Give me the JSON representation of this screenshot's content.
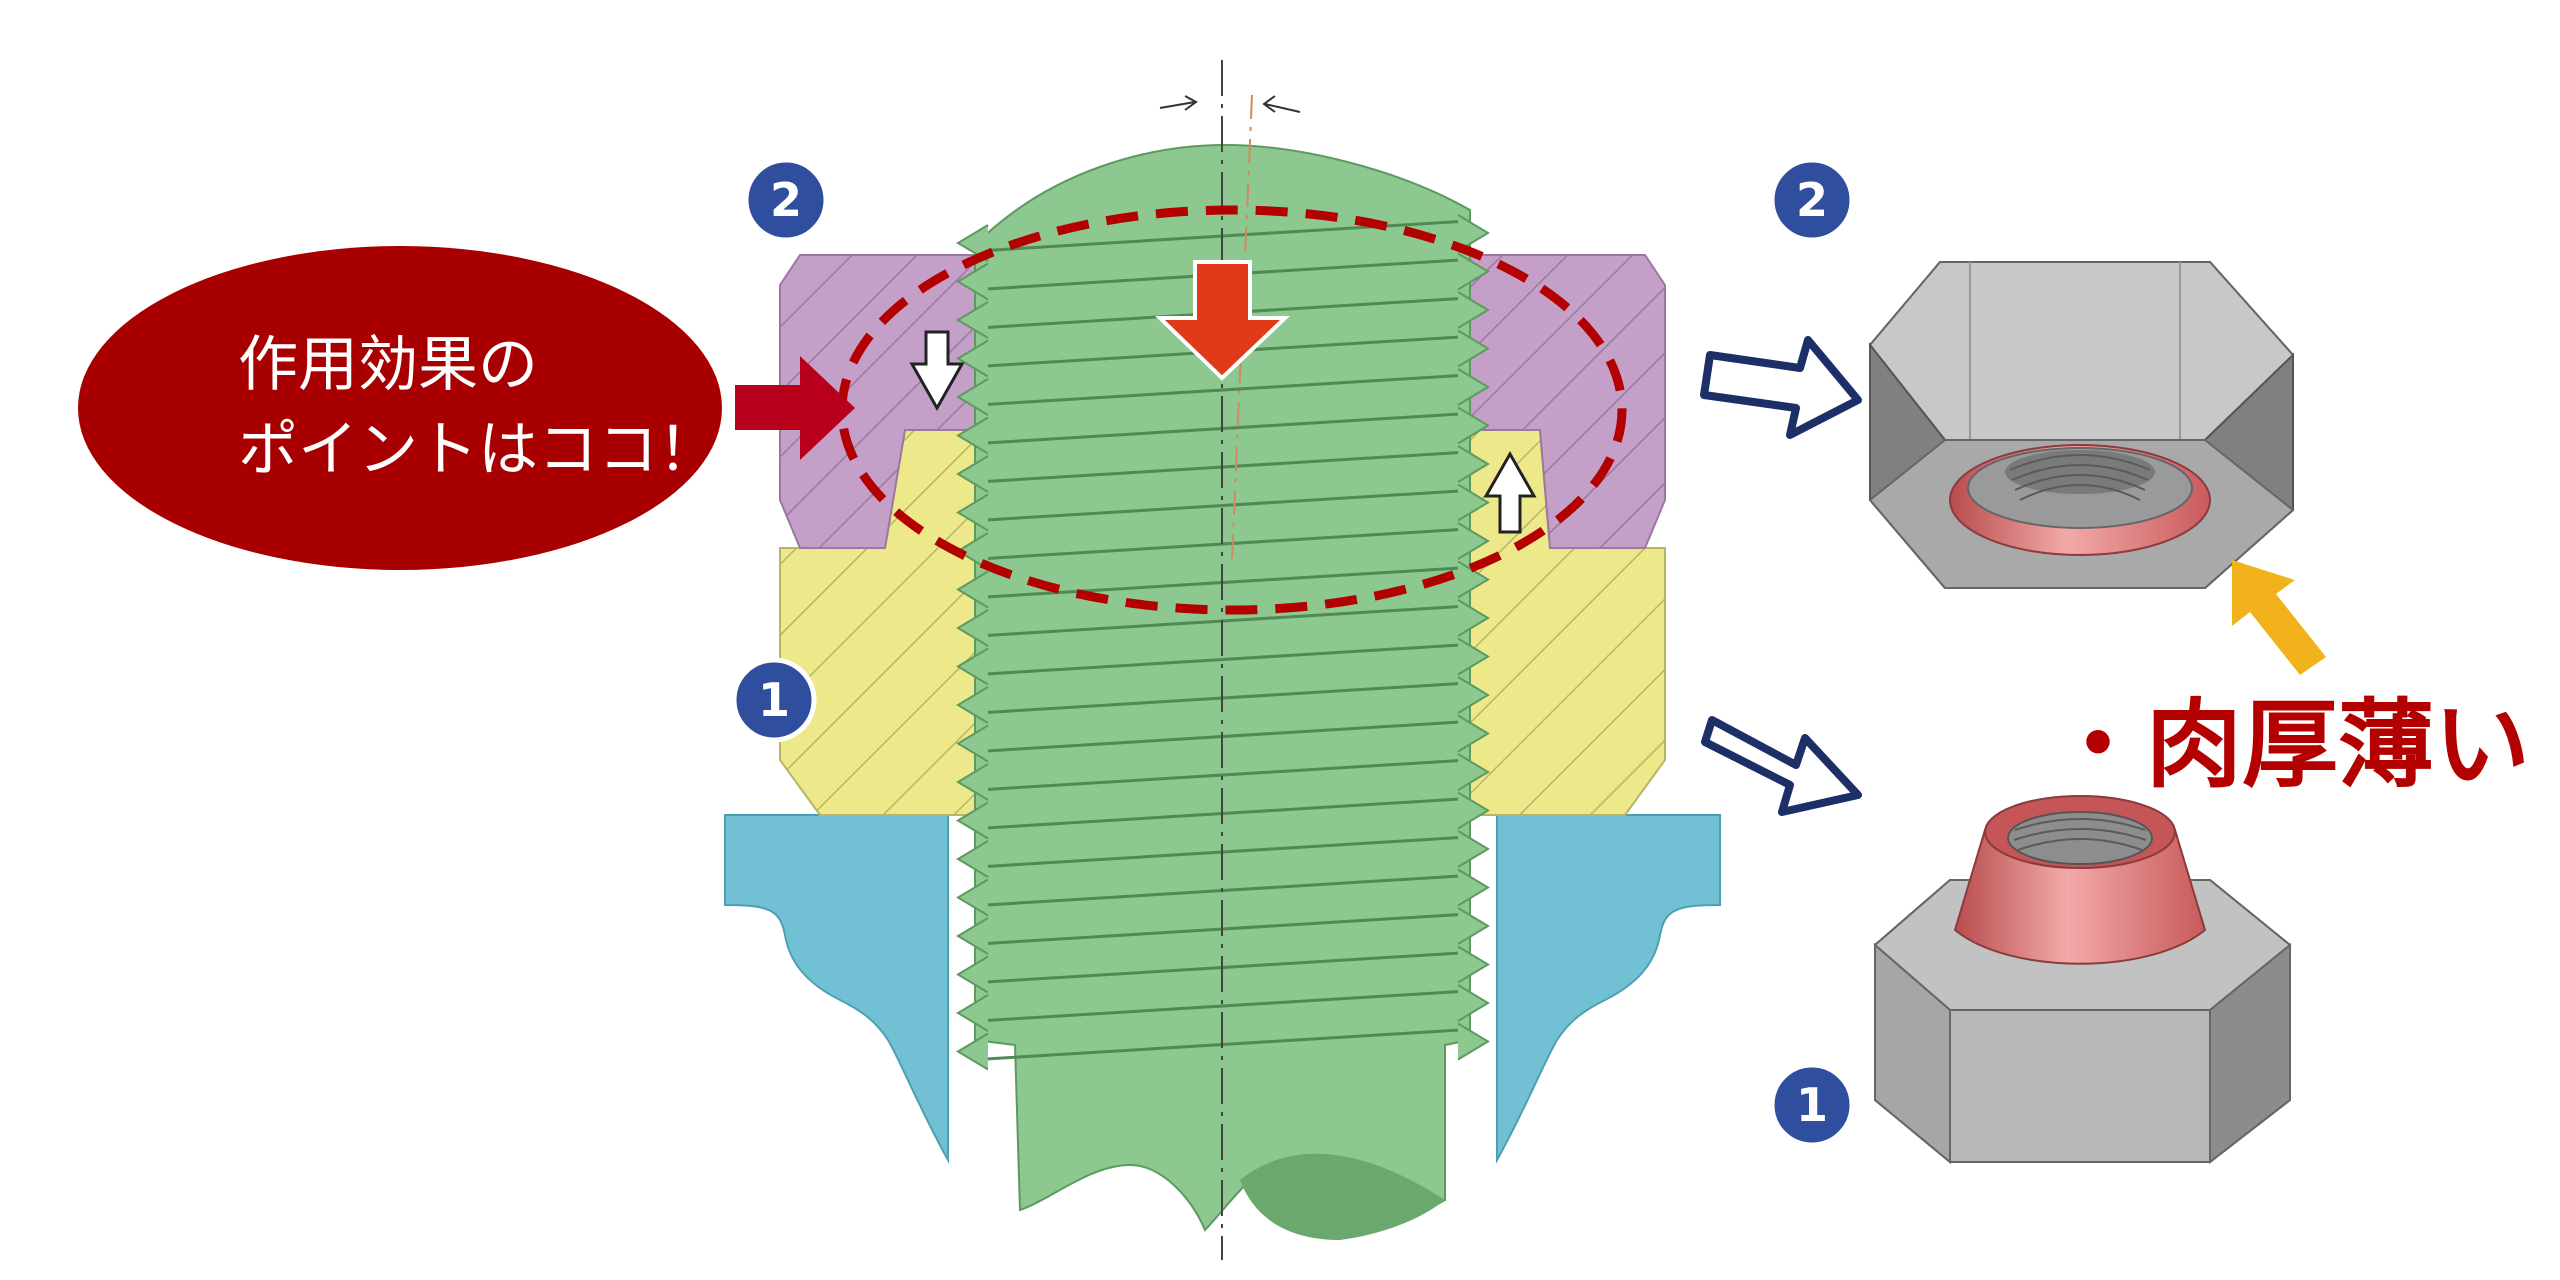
{
  "callout": {
    "line1": "作用効果の",
    "line2": "ポイントはココ！"
  },
  "badges": {
    "upper_nut_left": "2",
    "lower_nut_left": "1",
    "upper_nut_right": "2",
    "lower_nut_right": "1"
  },
  "annotation": {
    "thin_wall": "・肉厚薄い"
  },
  "colors": {
    "bolt": "#8cc88f",
    "upper_nut": "#c4a0c8",
    "lower_nut": "#ede98a",
    "base_part": "#72c0d4",
    "nut_body": "#bfbfbf",
    "nut_collar": "#e8797a",
    "callout_fill": "#a80000",
    "badge_fill": "#2f4f9e",
    "highlight_ring": "#b30000",
    "force_arrow": "#e03a1a",
    "yellow_arrow": "#f2b21b",
    "outline_arrow": "#1c2f66"
  }
}
